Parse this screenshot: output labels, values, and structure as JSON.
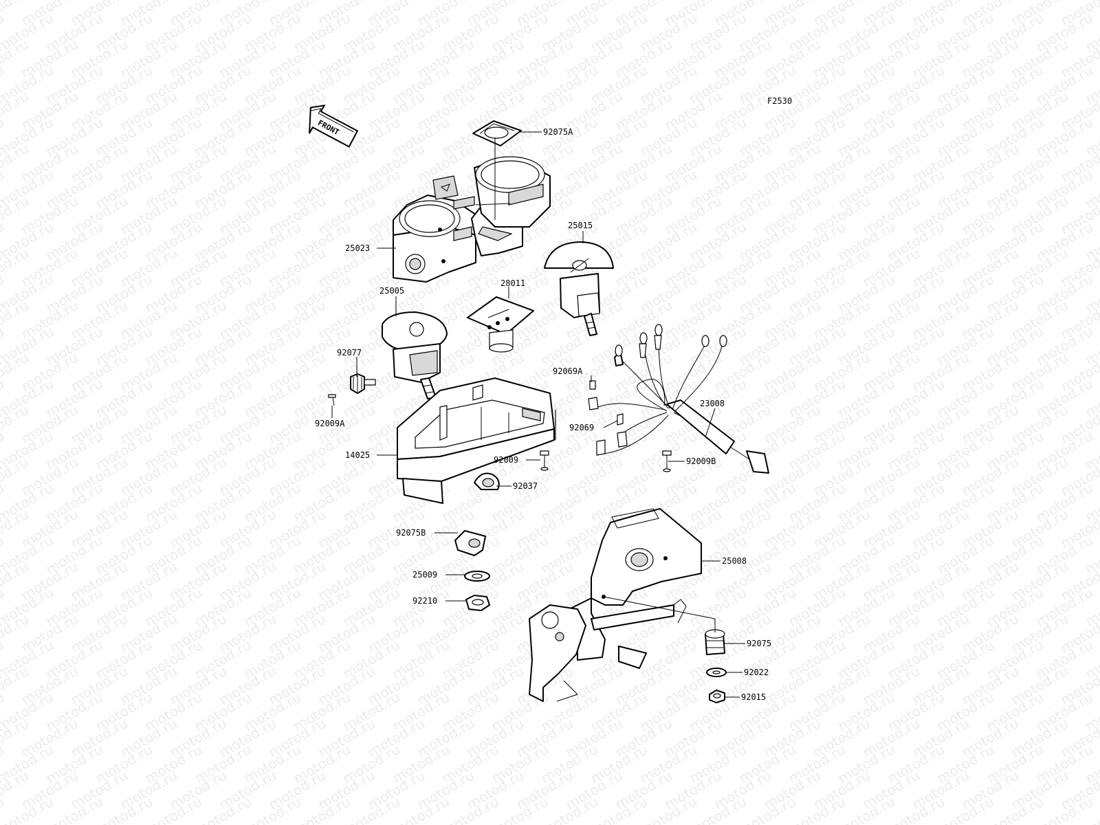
{
  "watermark_text": "motod.ru",
  "figure_code": "F2530",
  "front_label": "FRONT",
  "parts": [
    {
      "id": "92075a",
      "number": "92075A"
    },
    {
      "id": "25015",
      "number": "25015"
    },
    {
      "id": "25023",
      "number": "25023"
    },
    {
      "id": "25005",
      "number": "25005"
    },
    {
      "id": "28011",
      "number": "28011"
    },
    {
      "id": "92077",
      "number": "92077"
    },
    {
      "id": "92009a",
      "number": "92009A"
    },
    {
      "id": "92069a",
      "number": "92069A"
    },
    {
      "id": "23008",
      "number": "23008"
    },
    {
      "id": "92069",
      "number": "92069"
    },
    {
      "id": "14025",
      "number": "14025"
    },
    {
      "id": "92009",
      "number": "92009"
    },
    {
      "id": "92009b",
      "number": "92009B"
    },
    {
      "id": "92037",
      "number": "92037"
    },
    {
      "id": "92075b",
      "number": "92075B"
    },
    {
      "id": "25008",
      "number": "25008"
    },
    {
      "id": "25009",
      "number": "25009"
    },
    {
      "id": "92210",
      "number": "92210"
    },
    {
      "id": "92075",
      "number": "92075"
    },
    {
      "id": "92022",
      "number": "92022"
    },
    {
      "id": "92015",
      "number": "92015"
    }
  ]
}
